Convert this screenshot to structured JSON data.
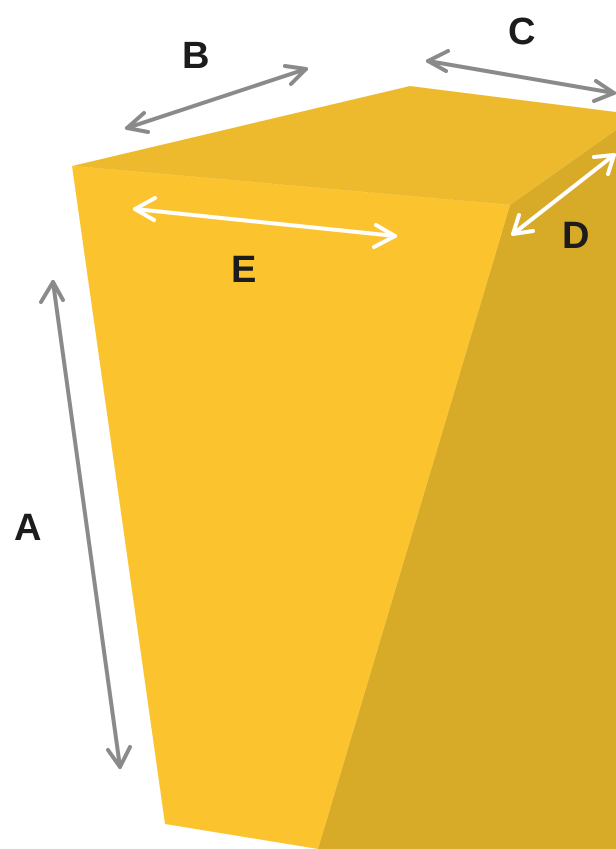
{
  "colors": {
    "front_face": "#FBC32D",
    "top_face": "#EEBA2D",
    "side_face": "#D7AA28",
    "grey_arrow": "#8A8A8A",
    "white_arrow": "#FFFFFF",
    "label": "#1C1C1C",
    "background": "#FFFFFF"
  },
  "labels": {
    "a": "A",
    "b": "B",
    "c": "C",
    "d": "D",
    "e": "E"
  }
}
